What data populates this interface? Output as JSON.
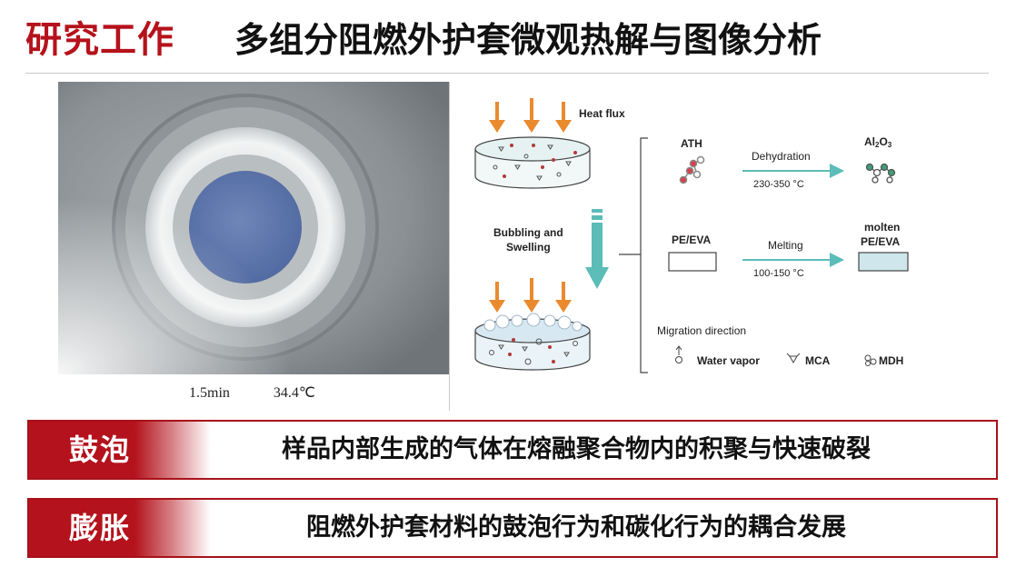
{
  "header": {
    "tag": "研究工作",
    "title": "多组分阻燃外护套微观热解与图像分析"
  },
  "photo": {
    "time": "1.5min",
    "temperature": "34.4℃"
  },
  "diagram": {
    "heat_flux": "Heat flux",
    "bubbling_line1": "Bubbling and",
    "bubbling_line2": "Swelling",
    "ath": "ATH",
    "dehydration": "Dehydration",
    "dehydration_temp": "230-350 °C",
    "al2o3_main": "Al",
    "al2o3_sub1": "2",
    "al2o3_o": "O",
    "al2o3_sub2": "3",
    "pe_eva": "PE/EVA",
    "melting": "Melting",
    "melting_temp": "100-150 °C",
    "molten_line1": "molten",
    "molten_line2": "PE/EVA",
    "migration_direction": "Migration direction",
    "water_vapor": "Water vapor",
    "mca": "MCA",
    "mdh": "MDH"
  },
  "bands": [
    {
      "tag": "鼓泡",
      "text": "样品内部生成的气体在熔融聚合物内的积聚与快速破裂"
    },
    {
      "tag": "膨胀",
      "text": "阻燃外护套材料的鼓泡行为和碳化行为的耦合发展"
    }
  ],
  "colors": {
    "brand_red": "#b5121b",
    "arrow_orange": "#ea8a2e",
    "arrow_teal": "#5bbcb8",
    "mca_red": "#d9414a",
    "al2o3_green": "#3e9e7a"
  }
}
